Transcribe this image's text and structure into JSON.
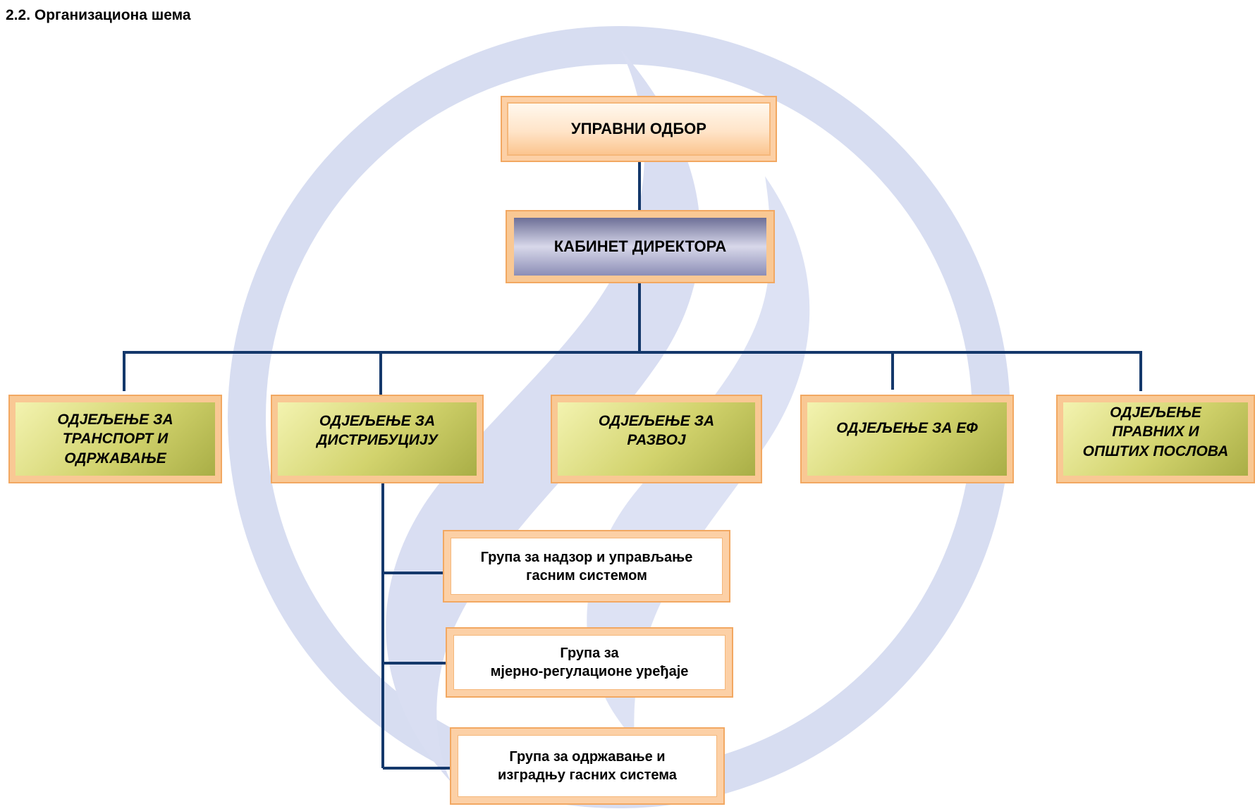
{
  "heading": "2.2. Организациона шема",
  "org_chart": {
    "board": "УПРАВНИ ОДБОР",
    "cabinet": "КАБИНЕТ ДИРЕКТОРА",
    "departments": [
      [
        "ОДЈЕЉЕЊЕ ЗА",
        "ТРАНСПОРТ И",
        "ОДРЖАВАЊЕ"
      ],
      [
        "ОДЈЕЉЕЊЕ ЗА",
        "ДИСТРИБУЦИЈУ"
      ],
      [
        "ОДЈЕЉЕЊЕ ЗА",
        "РАЗВОЈ"
      ],
      [
        "ОДЈЕЉЕЊЕ ЗА ЕФ"
      ],
      [
        "ОДЈЕЉЕЊЕ",
        "ПРАВНИХ И",
        "ОПШТИХ ПОСЛОВА"
      ]
    ],
    "groups": [
      [
        "Група за надзор и управљање",
        "гасним системом"
      ],
      [
        "Група за",
        "мјерно-регулационе уређаје"
      ],
      [
        "Група за одржавање и",
        "изградњу гасних система"
      ]
    ]
  },
  "colors": {
    "line": "#14386b",
    "watermark": "#d2d9ef",
    "box_border": "#f2a862"
  }
}
